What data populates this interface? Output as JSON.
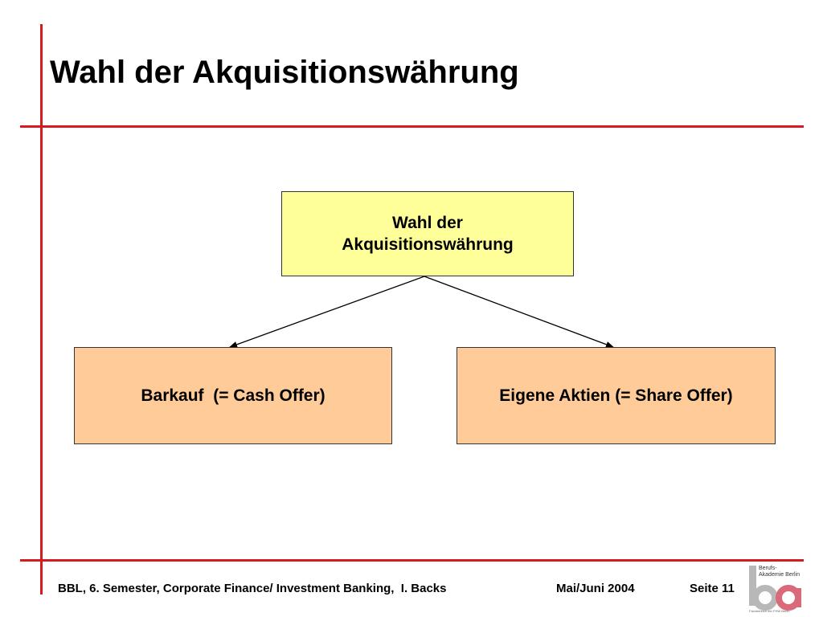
{
  "slide": {
    "title": "Wahl der Akquisitionswährung"
  },
  "diagram": {
    "root": {
      "line1": "Wahl der",
      "line2": "Akquisitionswährung"
    },
    "left": {
      "label": "Barkauf  (= Cash Offer)"
    },
    "right": {
      "label": "Eigene Aktien (= Share Offer)"
    }
  },
  "footer": {
    "course": "BBL, 6. Semester, Corporate Finance/ Investment Banking,  I. Backs",
    "date": "Mai/Juni 2004",
    "page": "Seite 11"
  },
  "logo": {
    "line1": "Berufs-",
    "line2": "Akademie Berlin",
    "sub": "Fachbereich der FHW Berlin"
  },
  "colors": {
    "accent_red": "#d61a1f",
    "root_fill": "#ffff99",
    "child_fill": "#ffcc99"
  }
}
